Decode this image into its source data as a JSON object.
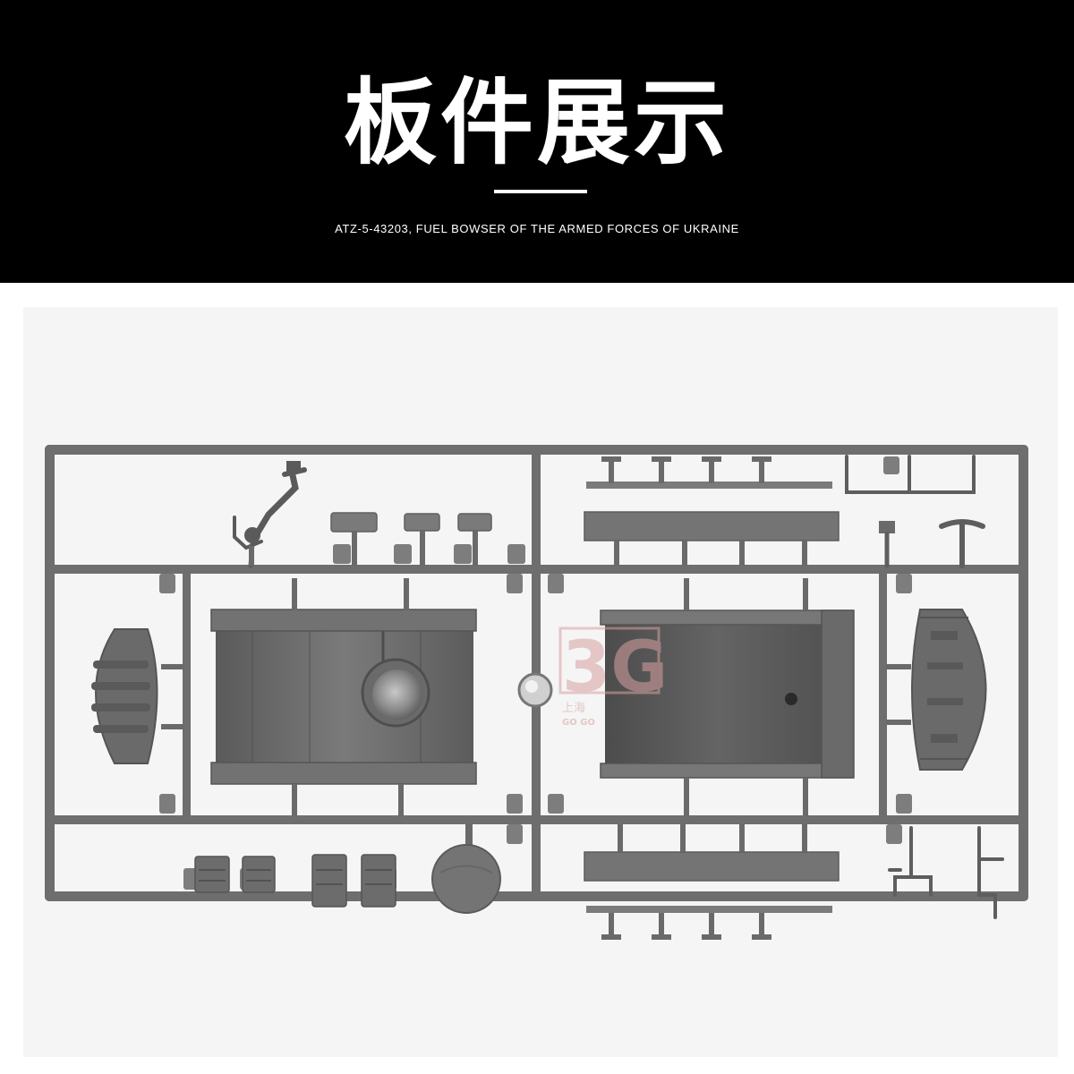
{
  "header": {
    "title": "板件展示",
    "subtitle": "ATZ-5-43203, FUEL BOWSER OF THE ARMED FORCES OF UKRAINE"
  },
  "watermark": {
    "logo": "3G",
    "cn_text": "上海",
    "en_text": "GO GO"
  },
  "colors": {
    "header_bg": "#000000",
    "header_text": "#ffffff",
    "photo_bg": "#f5f5f5",
    "plastic": "#6e6e6e",
    "plastic_dark": "#545454",
    "plastic_light": "#8a8a8a",
    "watermark": "#d9a0a0"
  }
}
